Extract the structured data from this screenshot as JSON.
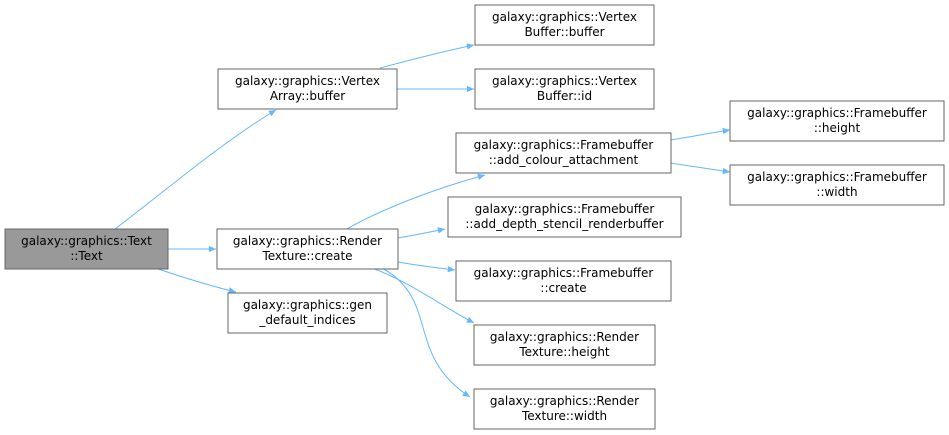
{
  "colors": {
    "edge": "#63b8ff",
    "node_border": "#666666",
    "root_fill": "#999999",
    "node_fill": "#ffffff"
  },
  "nodes": {
    "text_text": {
      "lines": [
        "galaxy::graphics::Text",
        "::Text"
      ],
      "root": true
    },
    "va_buffer": {
      "lines": [
        "galaxy::graphics::Vertex",
        "Array::buffer"
      ]
    },
    "rt_create": {
      "lines": [
        "galaxy::graphics::Render",
        "Texture::create"
      ]
    },
    "gen_indices": {
      "lines": [
        "galaxy::graphics::gen",
        "_default_indices"
      ]
    },
    "vb_buffer": {
      "lines": [
        "galaxy::graphics::Vertex",
        "Buffer::buffer"
      ]
    },
    "vb_id": {
      "lines": [
        "galaxy::graphics::Vertex",
        "Buffer::id"
      ]
    },
    "fb_add_colour": {
      "lines": [
        "galaxy::graphics::Framebuffer",
        "::add_colour_attachment"
      ]
    },
    "fb_add_depth": {
      "lines": [
        "galaxy::graphics::Framebuffer",
        "::add_depth_stencil_renderbuffer"
      ]
    },
    "fb_create": {
      "lines": [
        "galaxy::graphics::Framebuffer",
        "::create"
      ]
    },
    "rt_height": {
      "lines": [
        "galaxy::graphics::Render",
        "Texture::height"
      ]
    },
    "rt_width": {
      "lines": [
        "galaxy::graphics::Render",
        "Texture::width"
      ]
    },
    "fb_height": {
      "lines": [
        "galaxy::graphics::Framebuffer",
        "::height"
      ]
    },
    "fb_width": {
      "lines": [
        "galaxy::graphics::Framebuffer",
        "::width"
      ]
    }
  },
  "edges": [
    [
      "text_text",
      "va_buffer"
    ],
    [
      "text_text",
      "rt_create"
    ],
    [
      "text_text",
      "gen_indices"
    ],
    [
      "va_buffer",
      "vb_buffer"
    ],
    [
      "va_buffer",
      "vb_id"
    ],
    [
      "rt_create",
      "fb_add_colour"
    ],
    [
      "rt_create",
      "fb_add_depth"
    ],
    [
      "rt_create",
      "fb_create"
    ],
    [
      "rt_create",
      "rt_height"
    ],
    [
      "rt_create",
      "rt_width"
    ],
    [
      "fb_add_colour",
      "fb_height"
    ],
    [
      "fb_add_colour",
      "fb_width"
    ]
  ]
}
